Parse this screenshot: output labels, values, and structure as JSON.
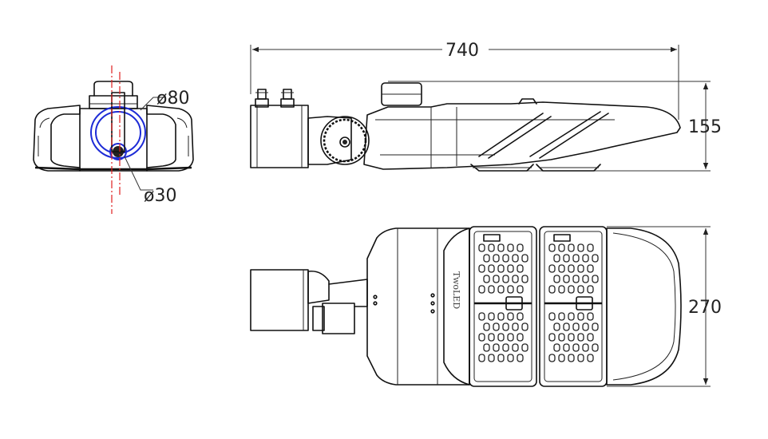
{
  "dimensions": {
    "overall_length": "740",
    "height": "155",
    "width": "270",
    "diameter_large": "ø80",
    "diameter_small": "ø30"
  },
  "brand_logo": "TwoLED",
  "colors": {
    "outline": "#111111",
    "pipe_circle": "#1d2bd6",
    "centerline": "#e02020"
  }
}
